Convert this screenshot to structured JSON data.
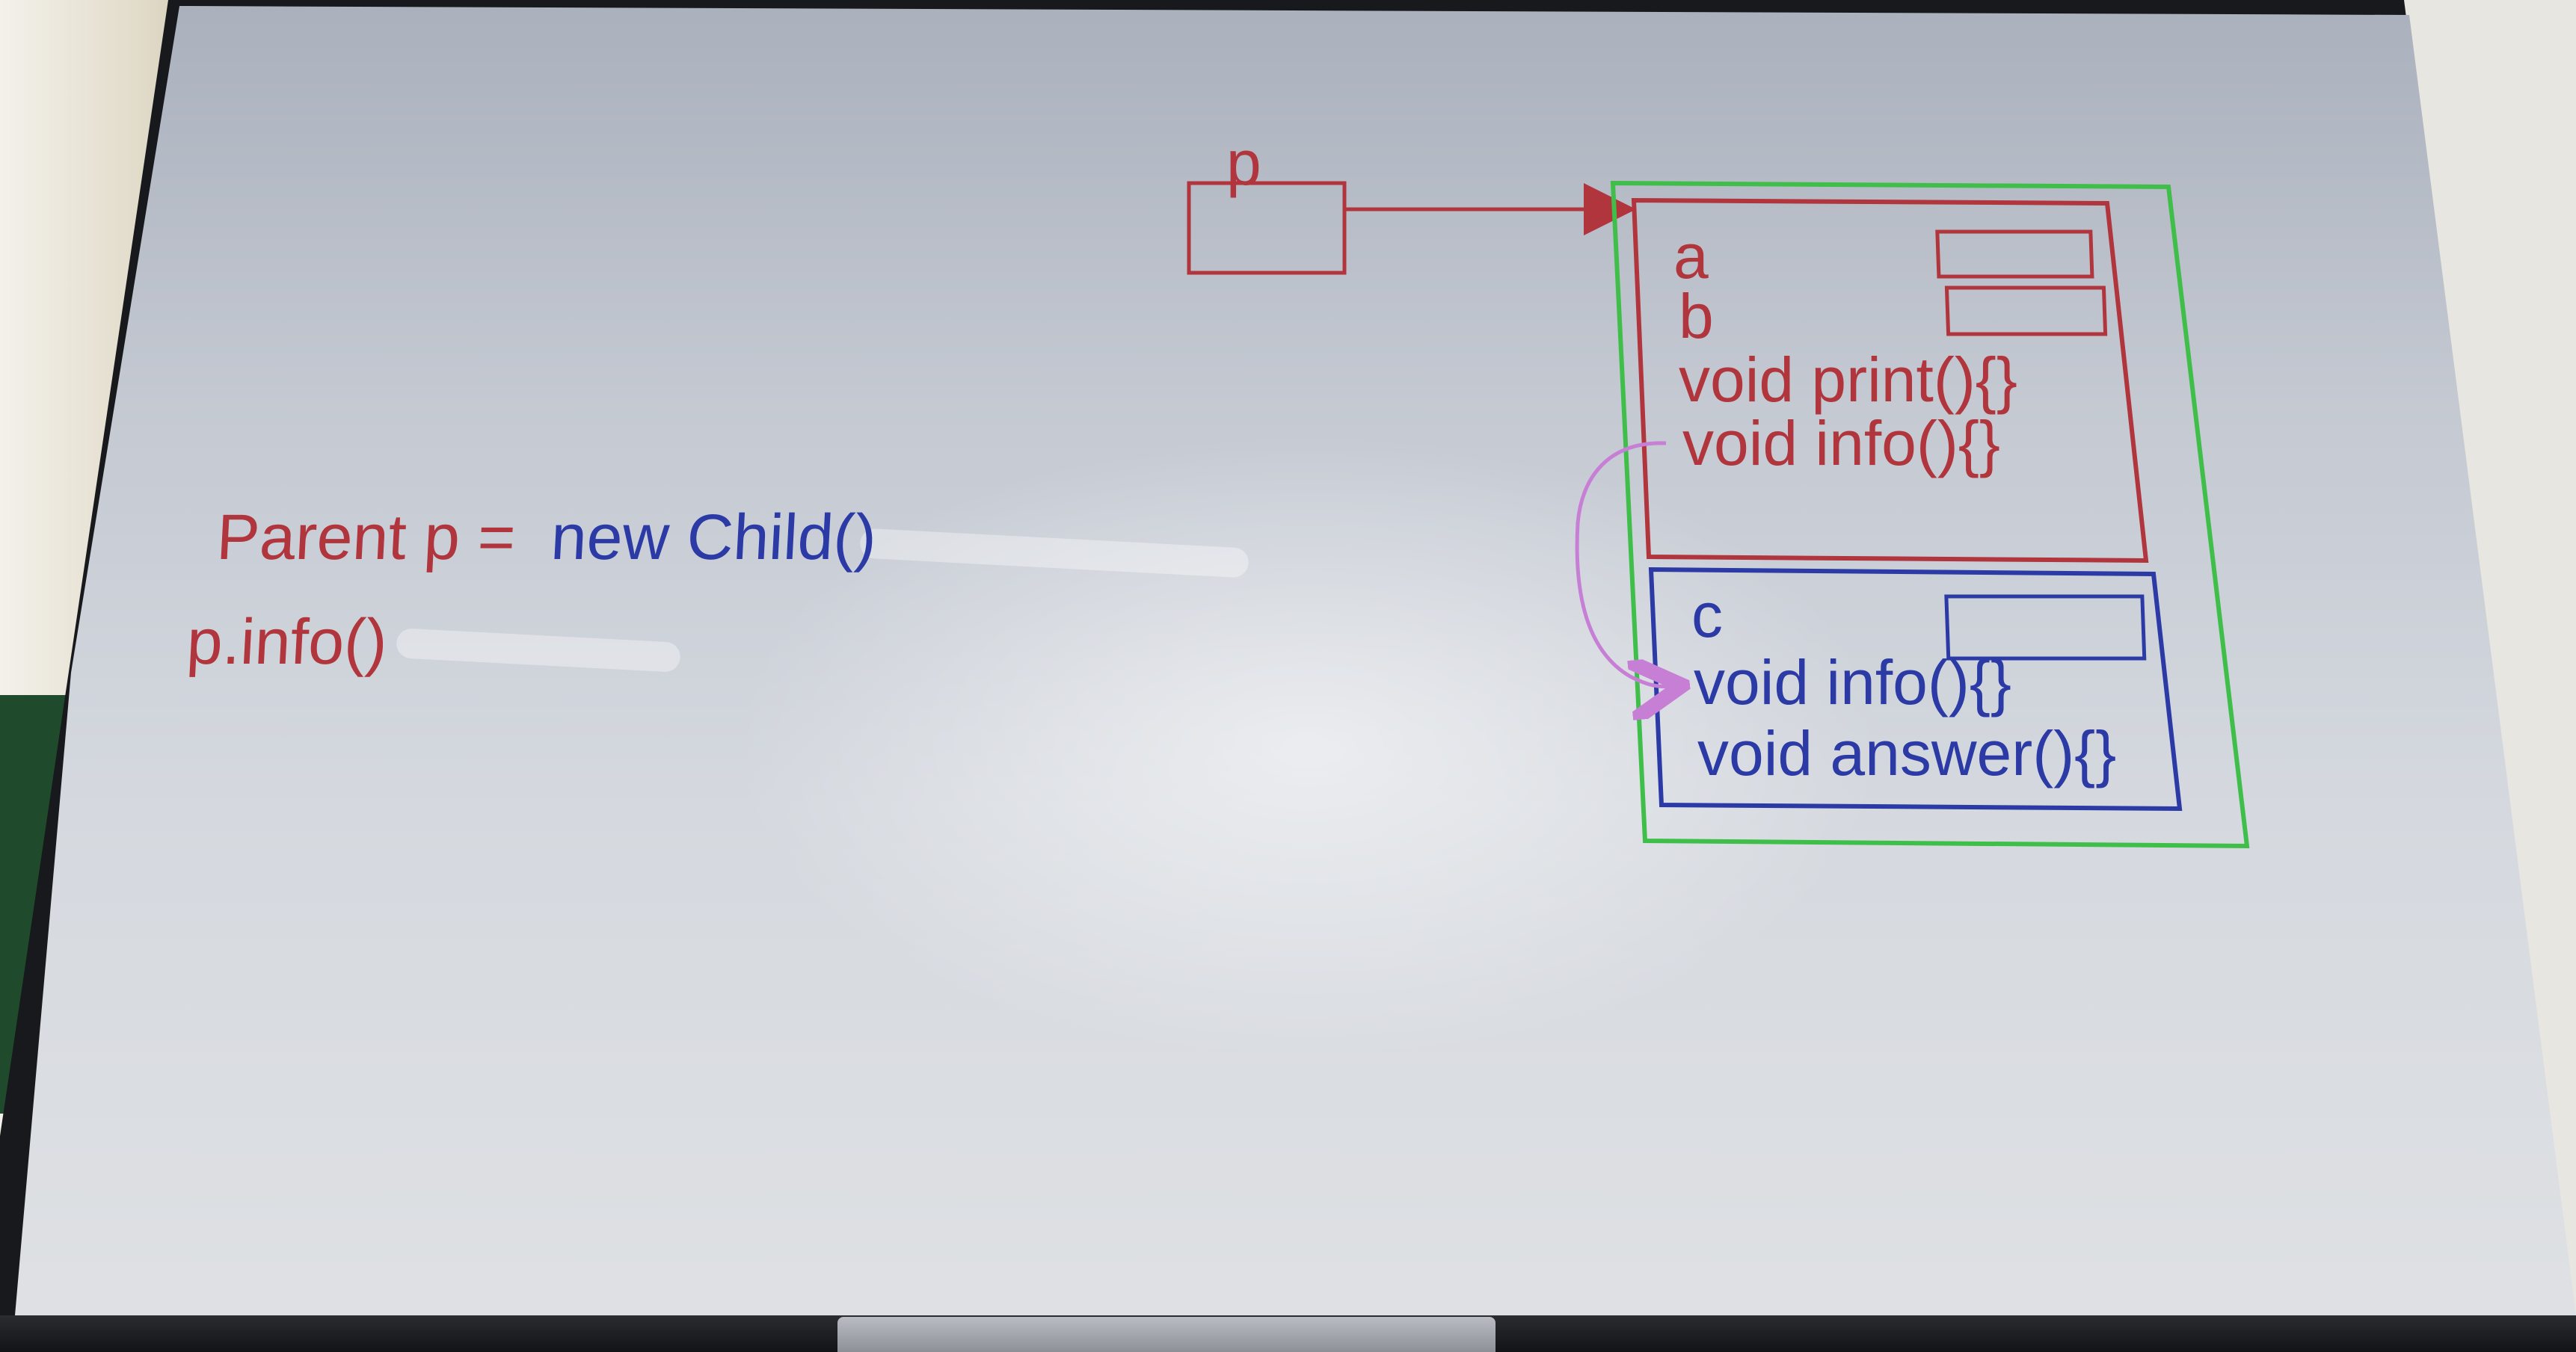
{
  "code": {
    "line1_parent": "Parent p =",
    "line1_child": "new Child()",
    "line2": "p.info()"
  },
  "diagram": {
    "var_label": "p",
    "parent_members": [
      "a",
      "b",
      "void print(){}",
      "void info(){}"
    ],
    "child_members": [
      "c",
      "void info(){}",
      "void answer(){}"
    ]
  },
  "colors": {
    "parent": "#b0353c",
    "child": "#2c3aa6",
    "outer_object": "#3fbf4a",
    "override_arrow": "#c77fd6"
  }
}
